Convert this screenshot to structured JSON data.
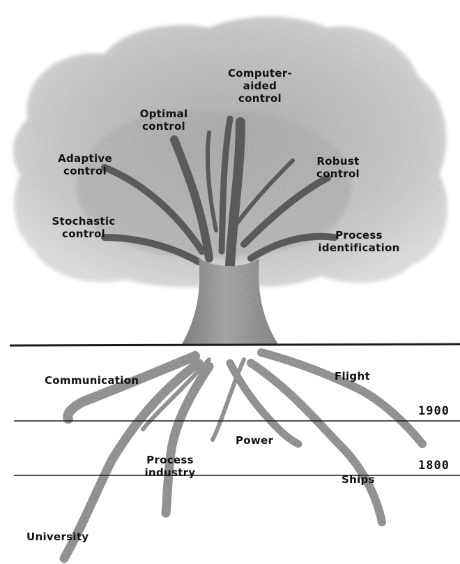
{
  "canopy_labels": {
    "computer_aided": [
      "Computer-",
      "aided",
      "control"
    ],
    "optimal": [
      "Optimal",
      "control"
    ],
    "adaptive": [
      "Adaptive",
      "control"
    ],
    "robust": [
      "Robust",
      "control"
    ],
    "stochastic": [
      "Stochastic",
      "control"
    ],
    "process_identification": [
      "Process",
      "identification"
    ]
  },
  "root_labels": {
    "communication": "Communication",
    "flight": "Flight",
    "power": "Power",
    "process_industry": [
      "Process",
      "industry"
    ],
    "ships": "Ships",
    "university": "University"
  },
  "timeline": {
    "year_1900": "1900",
    "year_1800": "1800"
  },
  "colors": {
    "canopy": "#bdbdbd",
    "trunk": "#7a7a7a",
    "roots": "#8a8a8a",
    "ground_line": "#1a1a1a"
  }
}
